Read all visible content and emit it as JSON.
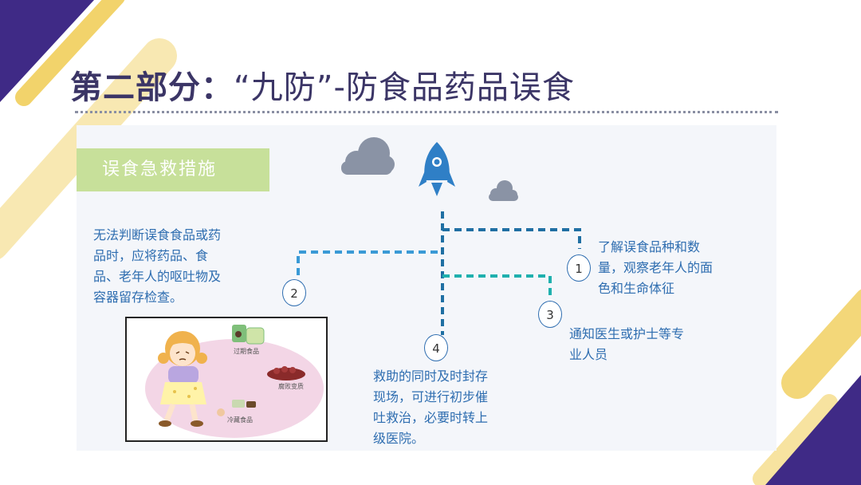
{
  "title": {
    "main": "第二部分：",
    "sub": "“九防”-防食品药品误食"
  },
  "section_label": "误食急救措施",
  "steps": {
    "s1": {
      "num": "1",
      "text": "了解误食品种和数量，观察老年人的面色和生命体征"
    },
    "s2": {
      "num": "2",
      "text": "无法判断误食食品或药品时，应将药品、食品、老年人的呕吐物及容器留存检查。"
    },
    "s3": {
      "num": "3",
      "text": "通知医生或护士等专业人员"
    },
    "s4": {
      "num": "4",
      "text": "救助的同时及时封存现场，可进行初步催吐救治，必要时转上级医院。"
    }
  },
  "illustration": {
    "labels": {
      "a": "过期食品",
      "b": "腐败变质",
      "c": "冷藏食品"
    }
  },
  "icons": [
    "cloud-icon",
    "rocket-icon"
  ],
  "colors": {
    "purple": "#3f2a86",
    "yellow": "#f2d36b",
    "title": "#3b3566",
    "text_blue": "#2e6db0",
    "line_dark": "#1f6fa3",
    "line_light": "#3a9ad6",
    "line_teal": "#1fb0ae",
    "tag_green": "#c7e09a",
    "cloud": "#8a93a5"
  }
}
